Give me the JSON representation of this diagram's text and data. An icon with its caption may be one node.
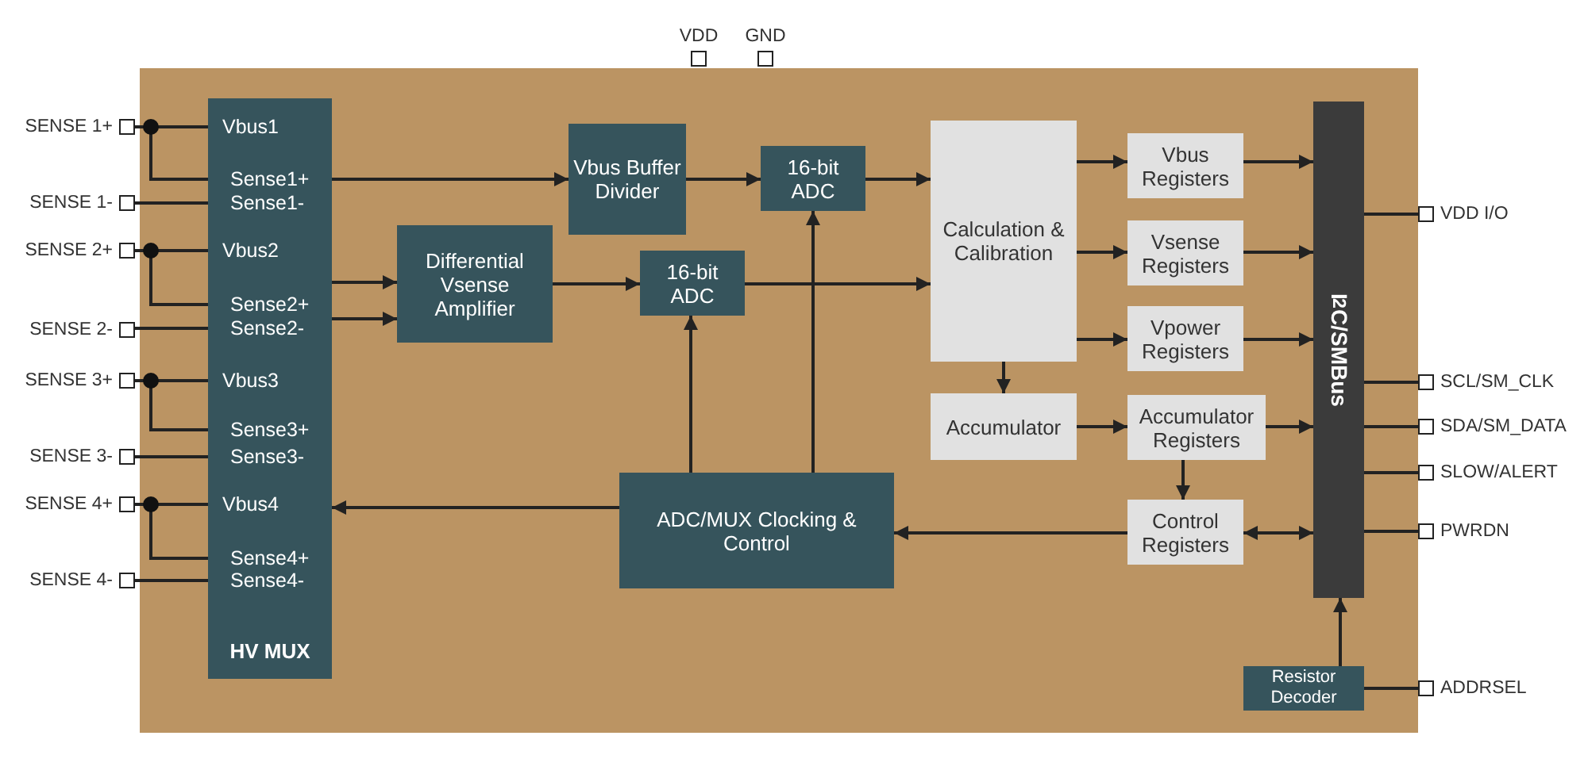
{
  "diagram": {
    "nodes": [
      {
        "text": [],
        "shape": "box"
      },
      {
        "text": [
          "VDD"
        ]
      },
      {
        "text": [
          "GND"
        ]
      },
      {
        "text": [
          "SENSE 1+"
        ]
      },
      {
        "text": [
          "SENSE 1-"
        ]
      },
      {
        "text": [
          "SENSE 2+"
        ]
      },
      {
        "text": [
          "SENSE 2-"
        ]
      },
      {
        "text": [
          "SENSE 3+"
        ]
      },
      {
        "text": [
          "SENSE 3-"
        ]
      },
      {
        "text": [
          "SENSE 4+"
        ]
      },
      {
        "text": [
          "SENSE 4-"
        ]
      },
      {
        "text": [
          "HV MUX"
        ],
        "in": 0
      },
      {
        "text": [
          "Vbus1"
        ],
        "in": 11
      },
      {
        "text": [
          "Sense1+"
        ],
        "in": 11
      },
      {
        "text": [
          "Sense1-"
        ],
        "in": 11
      },
      {
        "text": [
          "Vbus2"
        ],
        "in": 11
      },
      {
        "text": [
          "Sense2+"
        ],
        "in": 11
      },
      {
        "text": [
          "Sense2-"
        ],
        "in": 11
      },
      {
        "text": [
          "Vbus3"
        ],
        "in": 11
      },
      {
        "text": [
          "Sense3+"
        ],
        "in": 11
      },
      {
        "text": [
          "Sense3-"
        ],
        "in": 11
      },
      {
        "text": [
          "Vbus4"
        ],
        "in": 11
      },
      {
        "text": [
          "Sense4+"
        ],
        "in": 11
      },
      {
        "text": [
          "Sense4-"
        ],
        "in": 11
      },
      {
        "text": [
          "Vbus Buffer Divider"
        ],
        "in": 0
      },
      {
        "text": [
          "16-bit ADC"
        ],
        "in": 0
      },
      {
        "text": [
          "Differential Vsense Amplifier"
        ],
        "in": 0
      },
      {
        "text": [
          "16-bit ADC"
        ],
        "in": 0
      },
      {
        "text": [
          "Calculation & Calibration"
        ],
        "in": 0
      },
      {
        "text": [
          "Vbus Registers"
        ],
        "in": 0
      },
      {
        "text": [
          "Vsense Registers"
        ],
        "in": 0
      },
      {
        "text": [
          "Vpower Registers"
        ],
        "in": 0
      },
      {
        "text": [
          "Accumulator"
        ],
        "in": 0
      },
      {
        "text": [
          "Accumulator Registers"
        ],
        "in": 0
      },
      {
        "text": [
          "ADC/MUX Clocking & Control"
        ],
        "in": 0
      },
      {
        "text": [
          "Control Registers"
        ],
        "in": 0
      },
      {
        "text": [
          "I$^{2}$C/SMBus"
        ],
        "in": 0
      },
      {
        "text": [
          "Resistor Decoder"
        ],
        "in": 0
      },
      {
        "text": [
          "VDD I/O"
        ]
      },
      {
        "text": [
          "SCL/SM_CLK"
        ]
      },
      {
        "text": [
          "SDA/SM_DATA"
        ]
      },
      {
        "text": [
          "SLOW/ALERT"
        ]
      },
      {
        "text": [
          "PWRDN"
        ]
      },
      {
        "text": [
          "ADDRSEL"
        ]
      }
    ],
    "edges": [
      {
        "from": 3,
        "to": 12,
        "arrow": "none"
      },
      {
        "from": 3,
        "to": 13,
        "arrow": "none"
      },
      {
        "from": 4,
        "to": 14,
        "arrow": "none"
      },
      {
        "from": 5,
        "to": 15,
        "arrow": "none"
      },
      {
        "from": 5,
        "to": 16,
        "arrow": "none"
      },
      {
        "from": 6,
        "to": 17,
        "arrow": "none"
      },
      {
        "from": 7,
        "to": 18,
        "arrow": "none"
      },
      {
        "from": 7,
        "to": 19,
        "arrow": "none"
      },
      {
        "from": 8,
        "to": 20,
        "arrow": "none"
      },
      {
        "from": 9,
        "to": 21,
        "arrow": "none"
      },
      {
        "from": 9,
        "to": 22,
        "arrow": "none"
      },
      {
        "from": 10,
        "to": 23,
        "arrow": "none"
      },
      {
        "from": 11,
        "to": 24,
        "arrow": "to"
      },
      {
        "from": 11,
        "to": 26,
        "arrow": "to"
      },
      {
        "from": 11,
        "to": 26,
        "arrow": "to"
      },
      {
        "from": 24,
        "to": 25,
        "arrow": "to"
      },
      {
        "from": 25,
        "to": 28,
        "arrow": "to"
      },
      {
        "from": 26,
        "to": 27,
        "arrow": "to"
      },
      {
        "from": 27,
        "to": 28,
        "arrow": "to"
      },
      {
        "from": 34,
        "to": 27,
        "arrow": "to"
      },
      {
        "from": 34,
        "to": 25,
        "arrow": "to"
      },
      {
        "from": 34,
        "to": 11,
        "arrow": "to"
      },
      {
        "from": 35,
        "to": 34,
        "arrow": "to"
      },
      {
        "from": 35,
        "to": 36,
        "arrow": "both"
      },
      {
        "from": 28,
        "to": 29,
        "arrow": "to"
      },
      {
        "from": 28,
        "to": 30,
        "arrow": "to"
      },
      {
        "from": 28,
        "to": 31,
        "arrow": "to"
      },
      {
        "from": 28,
        "to": 32,
        "arrow": "to"
      },
      {
        "from": 29,
        "to": 36,
        "arrow": "to"
      },
      {
        "from": 30,
        "to": 36,
        "arrow": "to"
      },
      {
        "from": 31,
        "to": 36,
        "arrow": "to"
      },
      {
        "from": 32,
        "to": 33,
        "arrow": "to"
      },
      {
        "from": 33,
        "to": 36,
        "arrow": "to"
      },
      {
        "from": 33,
        "to": 35,
        "arrow": "to"
      },
      {
        "from": 37,
        "to": 36,
        "arrow": "to"
      },
      {
        "from": 36,
        "to": 38,
        "arrow": "none"
      },
      {
        "from": 36,
        "to": 39,
        "arrow": "none"
      },
      {
        "from": 36,
        "to": 40,
        "arrow": "none"
      },
      {
        "from": 36,
        "to": 41,
        "arrow": "none"
      },
      {
        "from": 36,
        "to": 42,
        "arrow": "none"
      },
      {
        "from": 37,
        "to": 43,
        "arrow": "none"
      }
    ]
  }
}
